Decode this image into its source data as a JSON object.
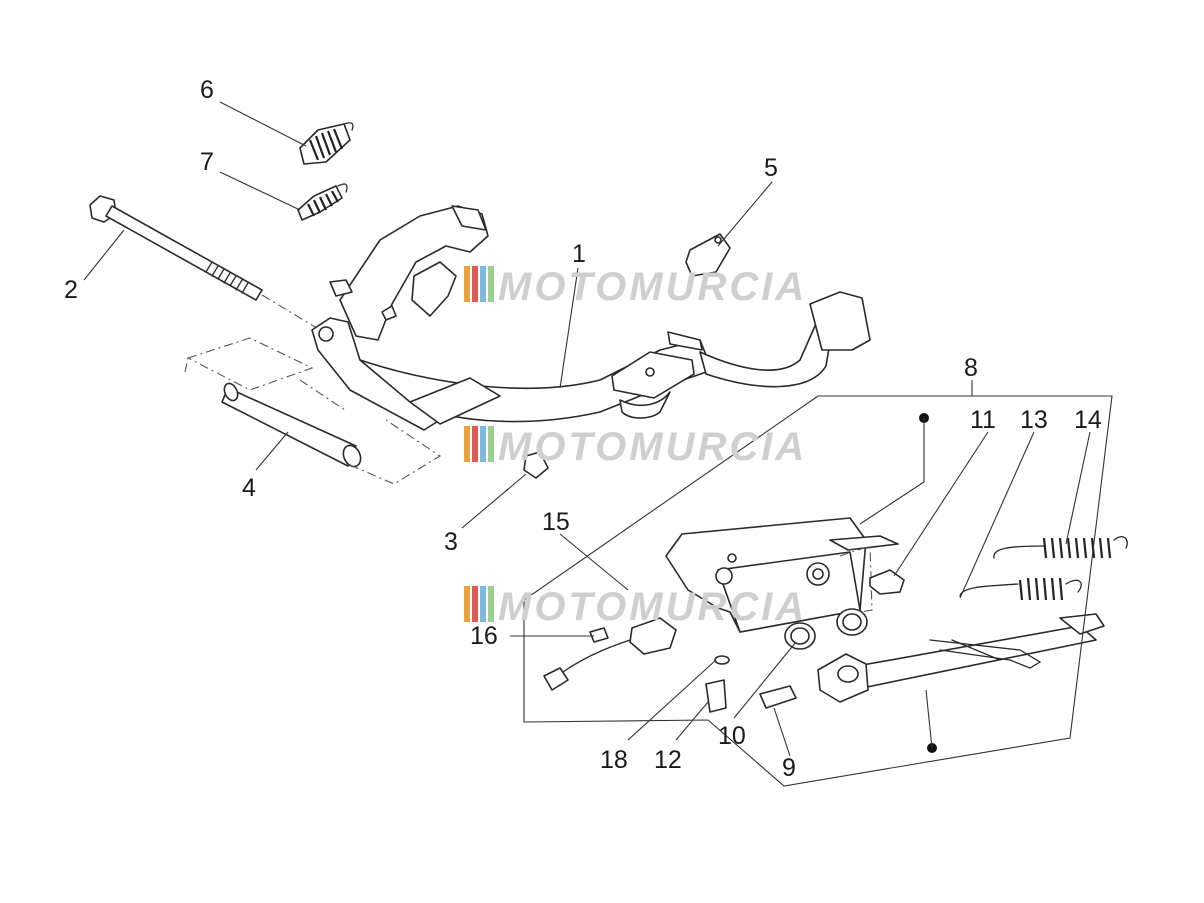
{
  "watermark": {
    "text": "MOTOMURCIA",
    "stripe_colors": [
      "#e8a23a",
      "#e05a5a",
      "#7fb8e0",
      "#9ad08a"
    ]
  },
  "callouts": {
    "n1": "1",
    "n2": "2",
    "n3": "3",
    "n4": "4",
    "n5": "5",
    "n6": "6",
    "n7": "7",
    "n8": "8",
    "n9": "9",
    "n10": "10",
    "n11": "11",
    "n12": "12",
    "n13": "13",
    "n14": "14",
    "n15": "15",
    "n16": "16",
    "n18": "18"
  }
}
